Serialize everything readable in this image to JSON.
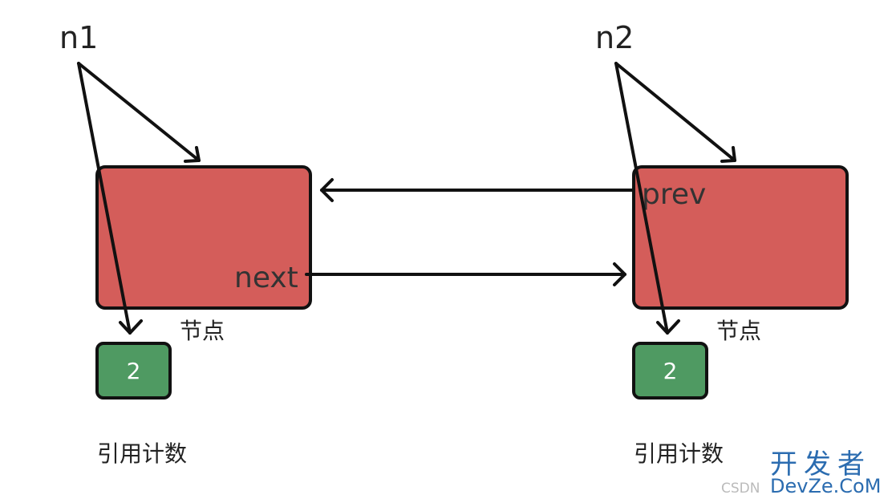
{
  "pointers": {
    "left": "n1",
    "right": "n2"
  },
  "nodes": {
    "left": {
      "field": "next",
      "caption": "节点",
      "ref_count": "2",
      "ref_caption": "引用计数"
    },
    "right": {
      "field": "prev",
      "caption": "节点",
      "ref_count": "2",
      "ref_caption": "引用计数"
    }
  },
  "colors": {
    "node_fill": "#d45d5a",
    "count_fill": "#4f9a62",
    "stroke": "#111111"
  },
  "watermark": {
    "csdn": "CSDN",
    "brand": "开发者",
    "site": "DevZe.CoM"
  }
}
